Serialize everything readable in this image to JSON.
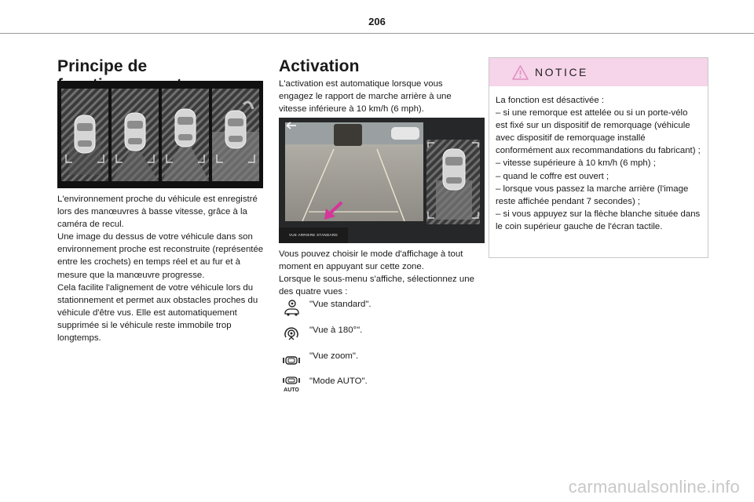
{
  "page": {
    "number": "206"
  },
  "col1": {
    "title": "Principe de fonctionnement",
    "body": "L'environnement proche du véhicule est enregistré lors des manœuvres à basse vitesse, grâce à la caméra de recul.\nUne image du dessus de votre véhicule dans son environnement proche est reconstruite (représentée entre les crochets) en temps réel et au fur et à mesure que la manœuvre progresse.\nCela facilite l'alignement de votre véhicule lors du stationnement et permet aux obstacles proches du véhicule d'être vus. Elle est automatiquement supprimée si le véhicule reste immobile trop longtemps."
  },
  "col2": {
    "title": "Activation",
    "intro": "L'activation est automatique lorsque vous engagez le rapport de marche arrière à une vitesse inférieure à 10 km/h (6 mph).",
    "screen_label": "VUE ARRIERE STANDARD",
    "choose": "Vous pouvez choisir le mode d'affichage à tout moment en appuyant sur cette zone.\nLorsque le sous-menu s'affiche, sélectionnez une des quatre vues :",
    "views": [
      {
        "label": "\"Vue standard\".",
        "icon": "standard-view-icon"
      },
      {
        "label": "\"Vue à 180°\".",
        "icon": "180-view-icon"
      },
      {
        "label": "\"Vue zoom\".",
        "icon": "zoom-view-icon"
      },
      {
        "label": "\"Mode AUTO\".",
        "icon": "auto-mode-icon",
        "icon_text": "AUTO"
      }
    ]
  },
  "notice": {
    "title": "NOTICE",
    "body": "La fonction est désactivée :\n–  si une remorque est attelée ou si un porte-vélo est fixé sur un dispositif de remorquage (véhicule avec dispositif de remorquage installé conformément aux recommandations du fabricant) ;\n–  vitesse supérieure à 10 km/h (6 mph) ;\n–  quand le coffre est ouvert ;\n–  lorsque vous passez la marche arrière (l'image reste affichée pendant 7 secondes) ;\n–  si vous appuyez sur la flèche blanche située dans le coin supérieur gauche de l'écran tactile."
  },
  "watermark": "carmanualsonline.info",
  "colors": {
    "notice_header": "#f6d4ea",
    "warning": "#e08fc0",
    "arrow": "#d6359a"
  }
}
